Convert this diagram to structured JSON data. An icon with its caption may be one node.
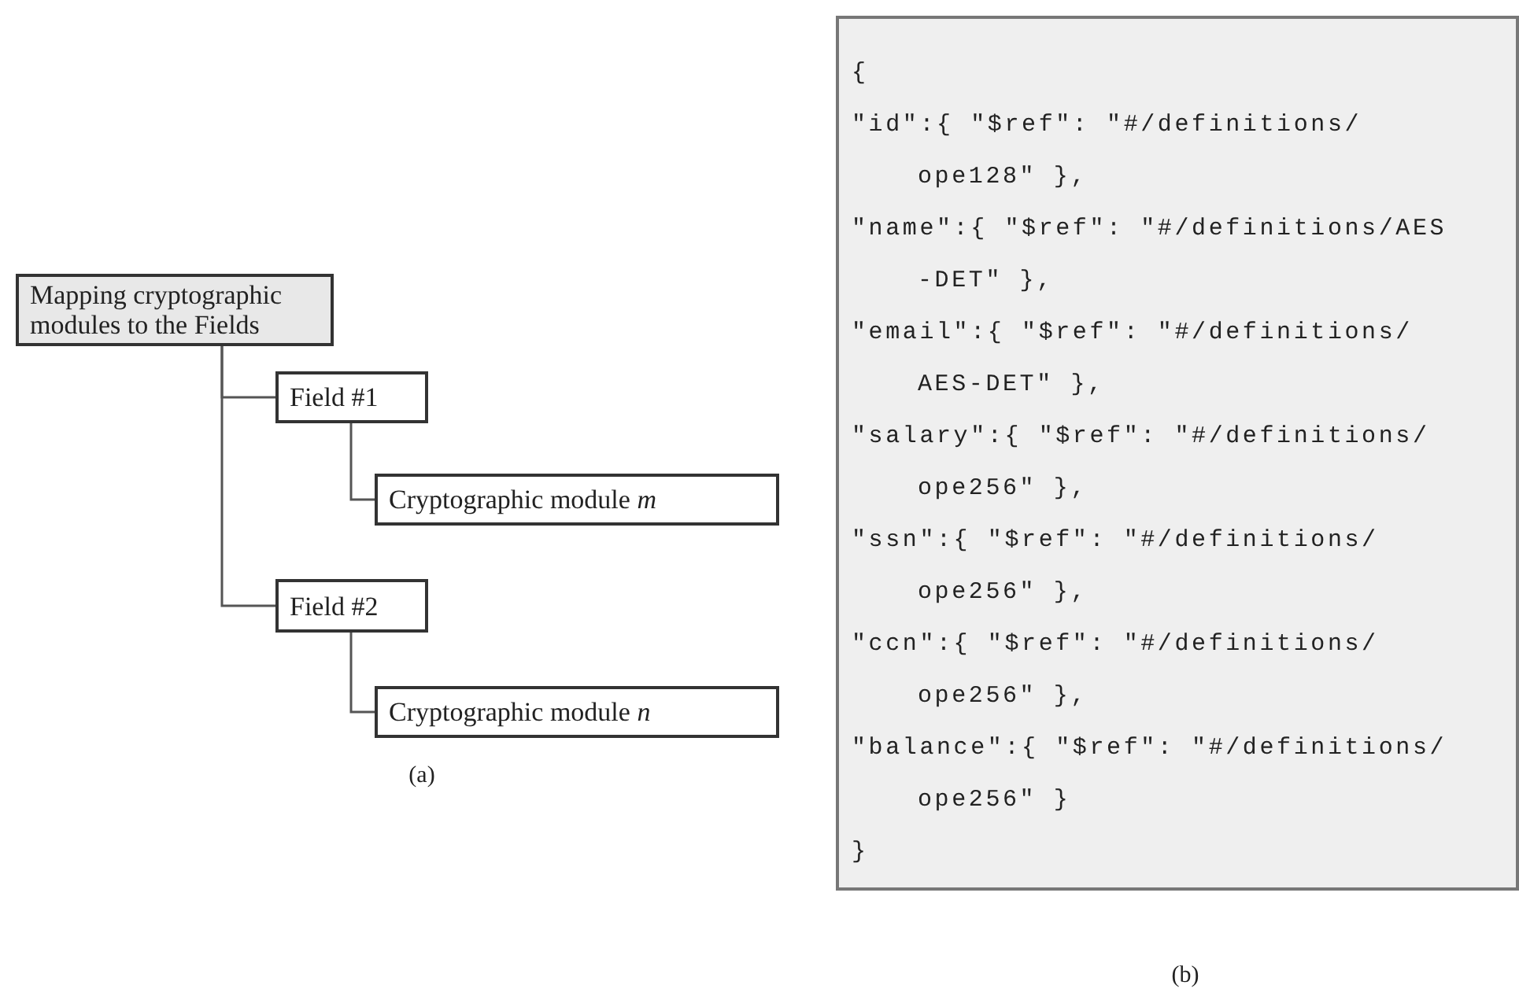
{
  "diagram": {
    "nodes": [
      {
        "text": [
          "Mapping cryptographic modules to the Fields"
        ]
      },
      {
        "text": [
          "Field #1"
        ]
      },
      {
        "text": [
          "Cryptographic module *m*"
        ]
      },
      {
        "text": [
          "Field #2"
        ]
      },
      {
        "text": [
          "Cryptographic module *n*"
        ]
      },
      {
        "text": [
          "{",
          "\"id\":{ \"$ref\": \"#/definitions/",
          "ope128\" },",
          "\"name\":{ \"$ref\": \"#/definitions/AES",
          "-DET\" },",
          "\"email\":{ \"$ref\": \"#/definitions/",
          "AES-DET\" },",
          "\"salary\":{ \"$ref\": \"#/definitions/",
          "ope256\" },",
          "\"ssn\":{ \"$ref\": \"#/definitions/",
          "ope256\" },",
          "\"ccn\":{ \"$ref\": \"#/definitions/",
          "ope256\" },",
          "\"balance\":{ \"$ref\": \"#/definitions/",
          "ope256\" }",
          "}"
        ]
      }
    ],
    "edges": [
      {
        "from": 0,
        "to": 1,
        "arrow": "none"
      },
      {
        "from": 1,
        "to": 2,
        "arrow": "none"
      },
      {
        "from": 0,
        "to": 3,
        "arrow": "none"
      },
      {
        "from": 3,
        "to": 4,
        "arrow": "none"
      }
    ],
    "labels": [
      "(a)",
      "(b)"
    ]
  }
}
